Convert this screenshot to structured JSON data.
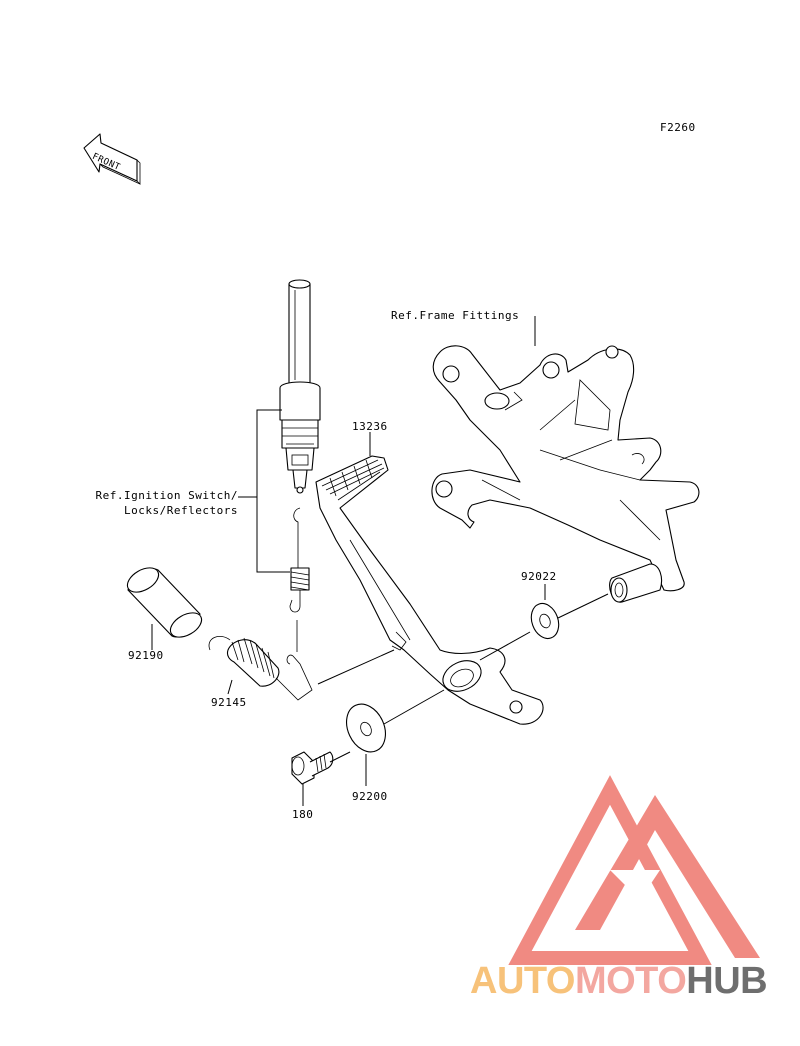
{
  "diagram_code": "F2260",
  "front_arrow": {
    "text": "FRONT"
  },
  "labels": {
    "frame_fittings": "Ref.Frame Fittings",
    "ignition_line1": "Ref.Ignition Switch/",
    "ignition_line2": "Locks/Reflectors",
    "pedal": "13236",
    "washer_92022": "92022",
    "sleeve": "92190",
    "spring": "92145",
    "washer_92200": "92200",
    "bolt": "180"
  },
  "watermark": {
    "auto": "AUTO",
    "moto": "MOTO",
    "hub": "HUB",
    "colors": {
      "auto": "#f7c27a",
      "moto": "#f3a7a0",
      "hub": "#6e6e6e",
      "logo": "#f08a82"
    }
  }
}
